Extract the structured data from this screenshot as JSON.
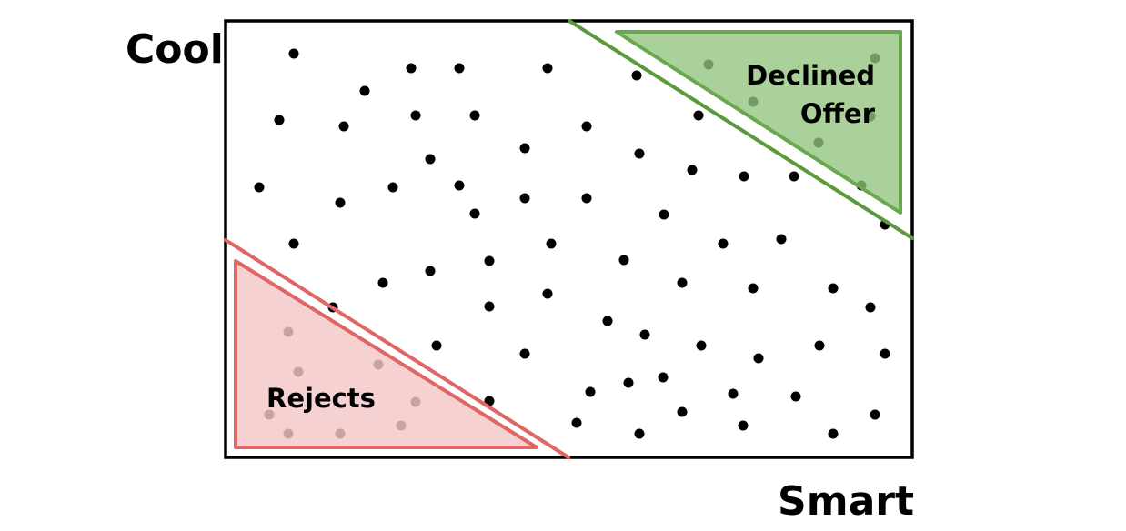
{
  "axes": {
    "x_label": "Smart",
    "y_label": "Cool"
  },
  "regions": {
    "declined": {
      "label_line1": "Declined",
      "label_line2": "Offer",
      "fill": "#93c47d",
      "stroke": "#6aa84f",
      "line": "#5b9a3c"
    },
    "rejects": {
      "label": "Rejects",
      "fill": "#f4c7c7",
      "stroke": "#e06666",
      "line": "#e06666"
    }
  },
  "colors": {
    "frame": "#000000",
    "dot": "#000000"
  }
}
